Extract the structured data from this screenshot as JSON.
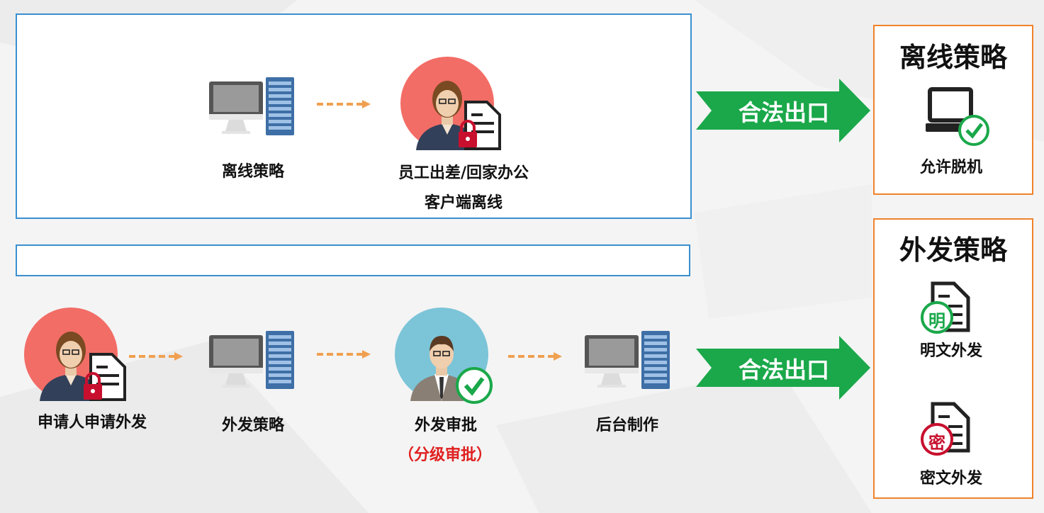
{
  "offline": {
    "policy_label": "离线策略",
    "user_label_line1": "员工出差/回家办公",
    "user_label_line2": "客户端离线",
    "arrow_text": "合法出口",
    "result_title": "离线策略",
    "result_label": "允许脱机"
  },
  "outbound": {
    "applicant_label": "申请人申请外发",
    "policy_label": "外发策略",
    "approval_label": "外发审批",
    "approval_note": "（分级审批）",
    "backend_label": "后台制作",
    "arrow_text": "合法出口",
    "result_title": "外发策略",
    "plain_badge": "明",
    "plain_label": "明文外发",
    "secret_badge": "密",
    "secret_label": "密文外发"
  },
  "colors": {
    "frame_blue": "#3a8fd0",
    "frame_orange": "#f0832a",
    "arrow_green": "#1aa84a",
    "dash_orange": "#f0a050",
    "avatar_red": "#f26d66",
    "avatar_blue": "#7cc4d8",
    "check_green": "#1aa84a",
    "lock_red": "#c8102e",
    "note_red": "#e02020"
  }
}
